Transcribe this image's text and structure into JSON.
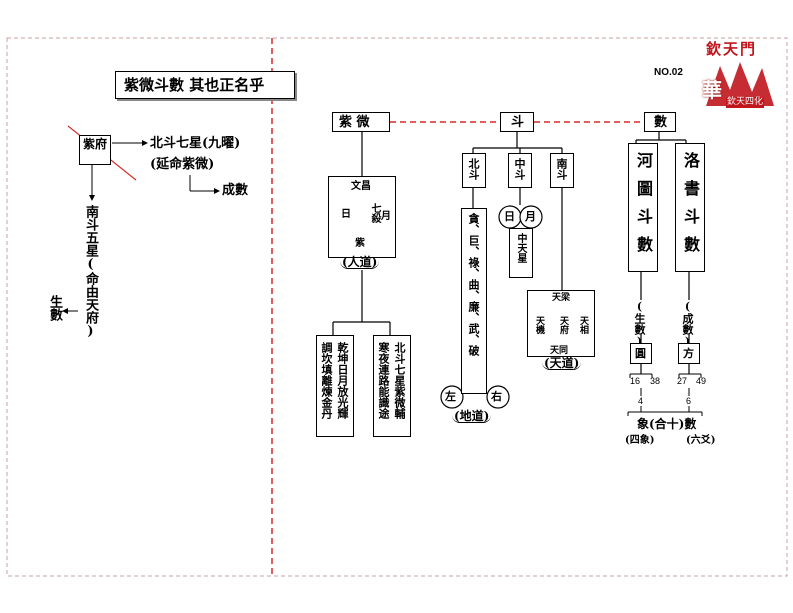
{
  "title": "紫微斗數 其也正名乎",
  "number": "NO.02",
  "logo": {
    "top": "欽天門",
    "mid": "華",
    "sub": "欽天四化",
    "color": "#c0161c"
  },
  "left": {
    "ziwei_box": "紫府",
    "beidou": "北斗七星(九曜)",
    "yanming": "(延命紫微)",
    "chengshu": "成數",
    "nandou": "南斗五星(命由天府)",
    "shengshu": "生數"
  },
  "top_row": {
    "ziwei": "紫 微",
    "dou": "斗",
    "shu": "數"
  },
  "renDao": {
    "wenchang": "文昌",
    "qisha": "七殺",
    "ri": "日",
    "yue": "月",
    "zi": "紫",
    "label": "(人道)"
  },
  "ziwei_lower": {
    "left": "乾坤日月放光輝調坎填離煉金丹",
    "col1": "乾坤日月放光輝",
    "col2": "調坎填離煉金丹",
    "col3": "北斗七星紫微輔",
    "col4": "寒夜連路能識途"
  },
  "dou": {
    "beidou": "北斗",
    "zhongdou": "中斗",
    "nandou": "南斗",
    "stars": "貪、巨、祿、曲、廉、武、破",
    "ri": "日",
    "yue": "月",
    "zhongtianxing": "中天星",
    "zuo": "左",
    "you": "右",
    "didao": "(地道)",
    "tianliang": "天梁",
    "tianji": "天機",
    "tianfu": "天府",
    "tianxiang": "天相",
    "tiantong": "天同",
    "tiandao": "(天道)"
  },
  "shu": {
    "hetu": "河圖斗數",
    "luoshu": "洛書斗數",
    "sheng": "(生數)",
    "cheng": "(成數)",
    "yuan": "圓",
    "fang": "方",
    "n16": "16",
    "n38": "38",
    "n27": "27",
    "n49": "49",
    "n4": "4",
    "n6": "6",
    "xiang": "象(合十)數",
    "sixiang": "(四象)",
    "liuyao": "(六爻)"
  },
  "colors": {
    "dash": "#d62828",
    "border": "#888888"
  }
}
